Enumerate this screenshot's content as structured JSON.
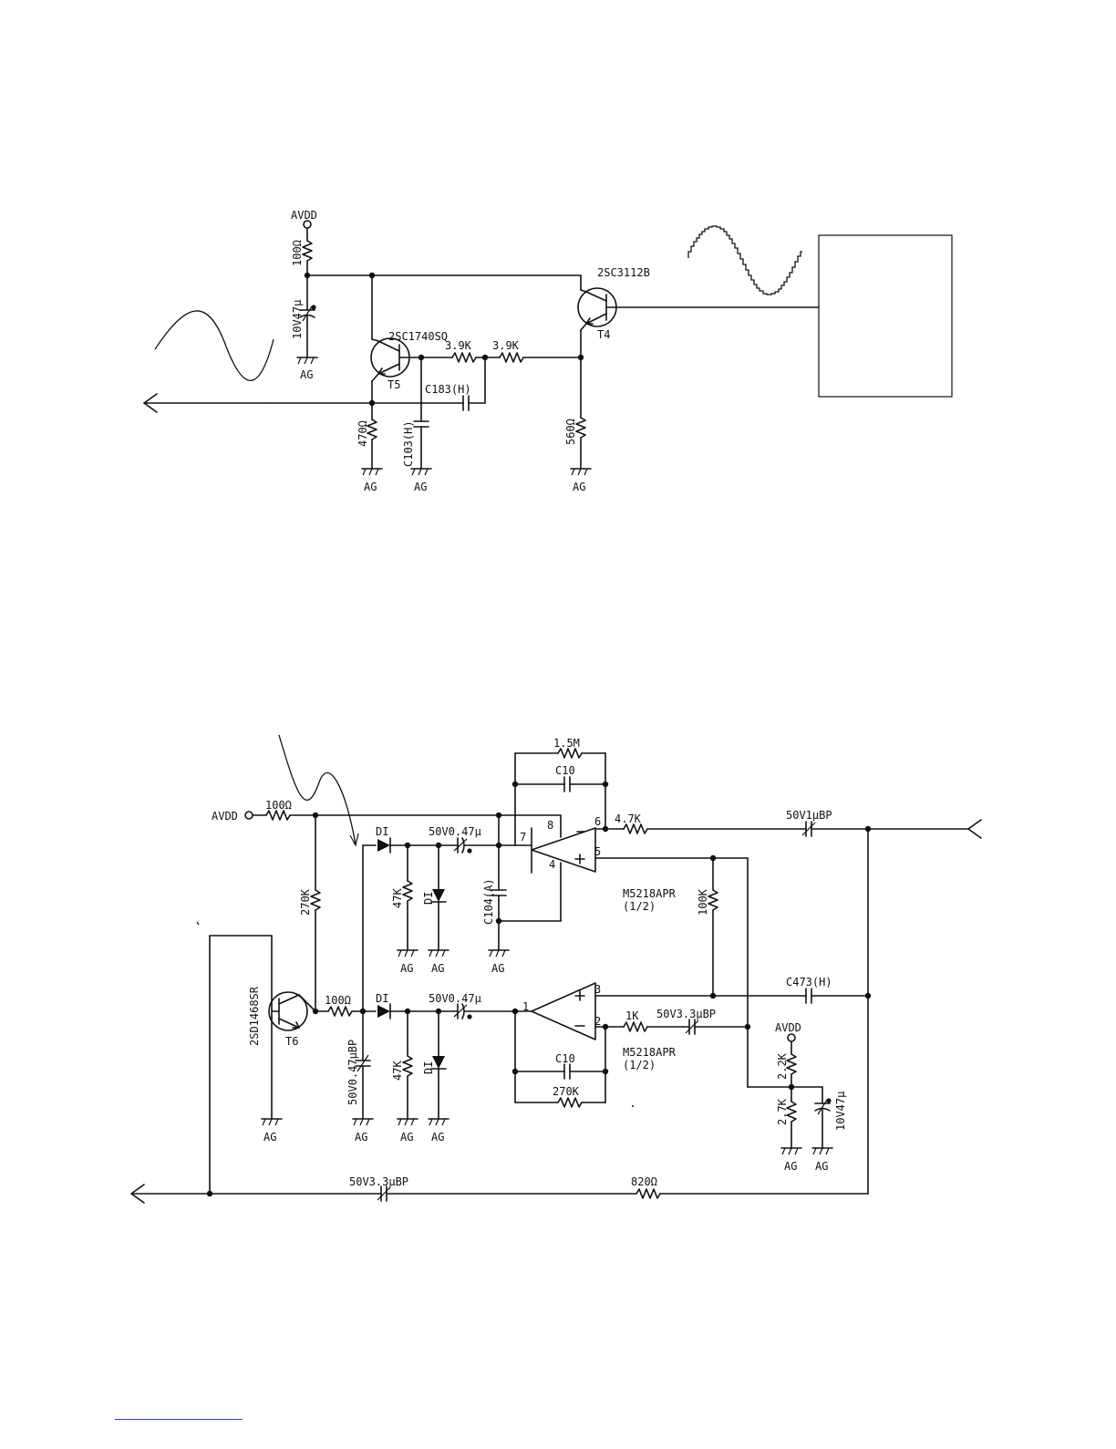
{
  "colors": {
    "ink": "#111111",
    "footer_rule": "#2a3cc9"
  },
  "circuit1": {
    "avdd": "AVDD",
    "r_100": "100Ω",
    "c_10v47": "10V47μ",
    "ag_left": "AG",
    "t5_part": "2SC1740SQ",
    "t5_ref": "T5",
    "r_39k_a": "3.9K",
    "r_39k_b": "3.9K",
    "c183": "C183(H)",
    "r_470": "470Ω",
    "c103": "C103(H)",
    "ag_470": "AG",
    "ag_c103": "AG",
    "t4_part": "2SC3112B",
    "t4_ref": "T4",
    "r_560": "560Ω",
    "ag_560": "AG"
  },
  "circuit2": {
    "avdd": "AVDD",
    "r_100_in": "100Ω",
    "r_270k": "270K",
    "t6_part": "2SD1468SR",
    "t6_ref": "T6",
    "ag_t6": "AG",
    "r_100_mid": "100Ω",
    "c_50v047bp": "50V0.47μBP",
    "ag_c047bp": "AG",
    "di_top": "DI",
    "c_top": "50V0.47μ",
    "r_47k_top": "47K",
    "di_top2": "DI",
    "ag_47k_top": "AG",
    "ag_di_top": "AG",
    "c104": "C104(A)",
    "ag_c104": "AG",
    "r_15m": "1.5M",
    "c10_top": "C10",
    "pin8": "8",
    "pin7": "7",
    "pin6": "6",
    "pin5": "5",
    "pin4": "4",
    "r_47k_out": "4.7K",
    "c_50v1bp": "50V1μBP",
    "opamp_top": "M5218APR",
    "opamp_top_half": "(1/2)",
    "r_100k": "100K",
    "di_bot": "DI",
    "c_bot": "50V0.47μ",
    "r_47k_bot": "47K",
    "di_bot2": "DI",
    "ag_47k_bot": "AG",
    "ag_di_bot": "AG",
    "pin1": "1",
    "pin2": "2",
    "pin3": "3",
    "c473": "C473(H)",
    "r_1k": "1K",
    "c_50v33bp": "50V3.3μBP",
    "opamp_bot": "M5218APR",
    "opamp_bot_half": "(1/2)",
    "c10_bot": "C10",
    "r_270k_fb": "270K",
    "avdd2": "AVDD",
    "r_22k": "2.2K",
    "r_27k": "2.7K",
    "c_10v47": "10V47μ",
    "ag_27k": "AG",
    "ag_c10v47": "AG",
    "c_50v33bp_bottom": "50V3.3μBP",
    "r_820": "820Ω"
  }
}
